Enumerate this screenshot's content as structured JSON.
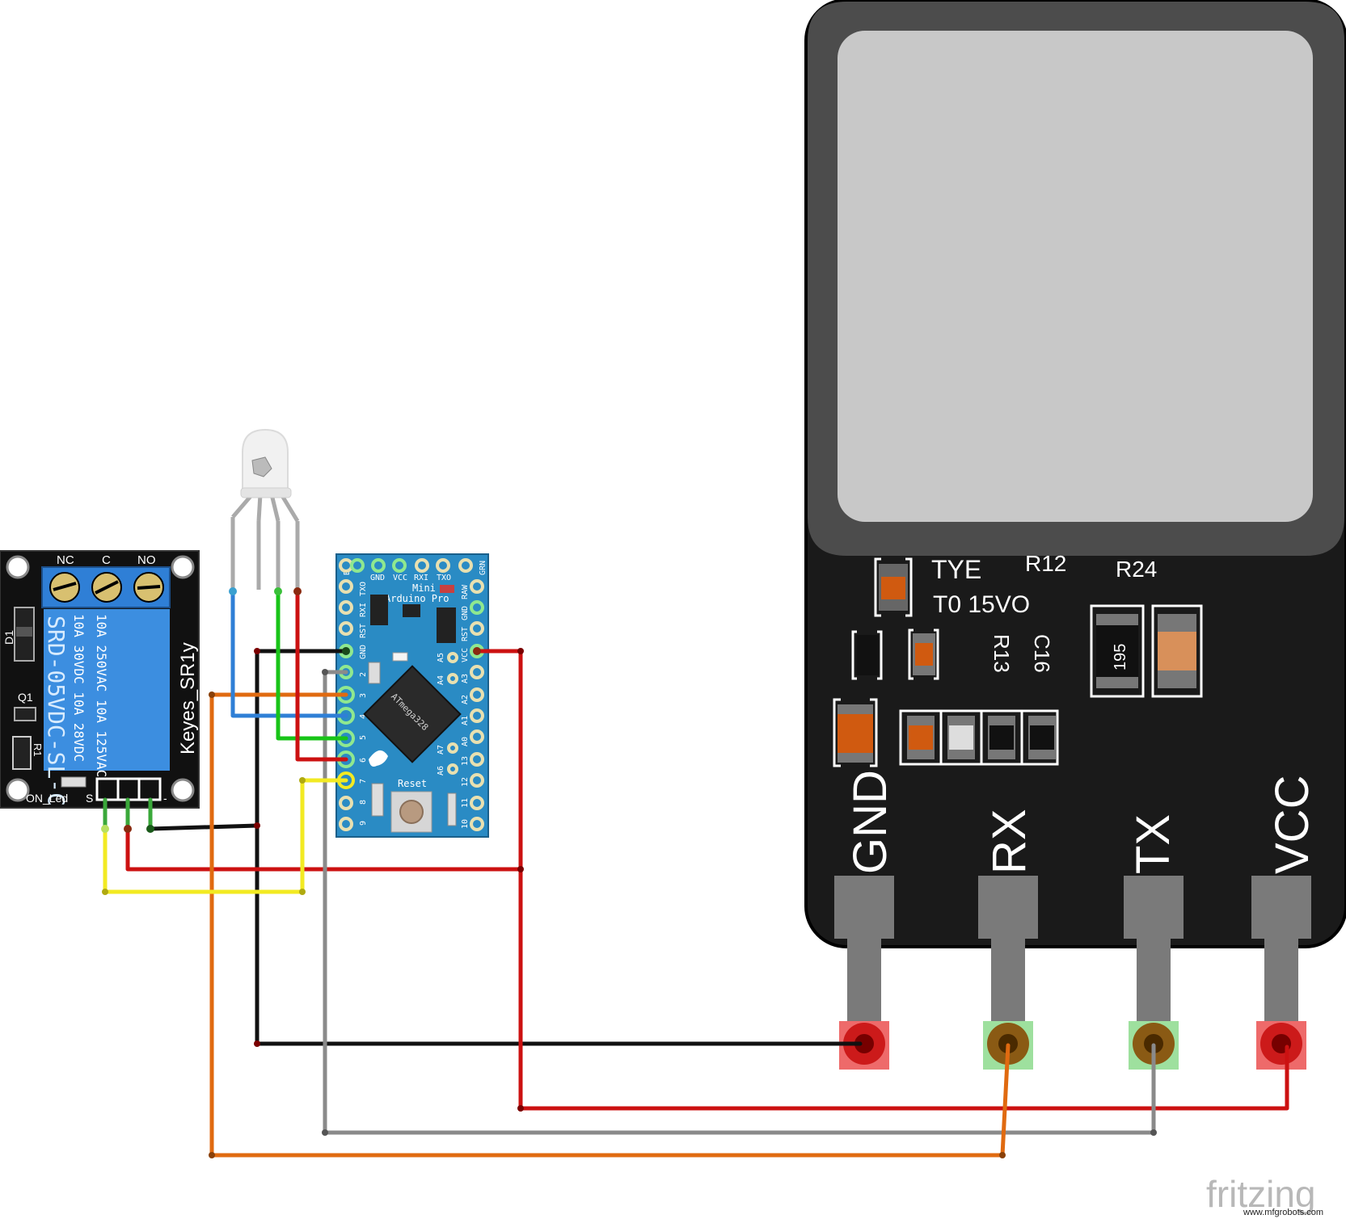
{
  "relay": {
    "terminal_labels": [
      "NC",
      "C",
      "NO"
    ],
    "model": "SRD-05VDC-SL-C",
    "rating_line1": "10A 250VAC  10A 125VAC",
    "rating_line2": "10A  30VDC  10A  28VDC",
    "brand": "Keyes_SR1y",
    "on_led_label": "ON_Led",
    "signal_label": "S",
    "minus_label": "-",
    "diode_label": "D1",
    "transistor_label": "Q1",
    "resistor_label": "R1"
  },
  "arduino": {
    "title_line1": "Mini",
    "title_line2": "Arduino Pro",
    "chip": "ATmega328",
    "reset_label": "Reset",
    "top_pins": [
      "BLK",
      "GND",
      "VCC",
      "RXI",
      "TXO",
      "GRN"
    ],
    "left_pins": [
      "TXO",
      "RXI",
      "RST",
      "GND",
      "2",
      "3",
      "4",
      "5",
      "6",
      "7",
      "8",
      "9"
    ],
    "right_pins": [
      "RAW",
      "GND",
      "RST",
      "VCC",
      "A3",
      "A2",
      "A1",
      "A0",
      "13",
      "12",
      "11",
      "10"
    ],
    "inner_pins": [
      "A5",
      "A4",
      "A7",
      "A6"
    ]
  },
  "sensor": {
    "silk_tye": "TYE",
    "silk_t0": "T0 15VO",
    "r12": "R12",
    "r24": "R24",
    "r13": "R13",
    "c16": "C16",
    "resistor_code": "195",
    "pins": [
      "GND",
      "RX",
      "TX",
      "VCC"
    ]
  },
  "watermark": {
    "brand": "fritzing",
    "site": "www.mfgrobots.com"
  },
  "colors": {
    "wire_black": "#111111",
    "wire_red": "#cc1111",
    "wire_gray": "#8a8a8a",
    "wire_orange": "#e06a10",
    "wire_yellow": "#f2ea22",
    "wire_blue": "#2f7fd6",
    "wire_green": "#18c418",
    "arduino_board": "#2a8bc4",
    "relay_blue": "#3c8ee0",
    "sensor_body": "#1a1a1a",
    "sensor_window": "#c8c8c8"
  }
}
